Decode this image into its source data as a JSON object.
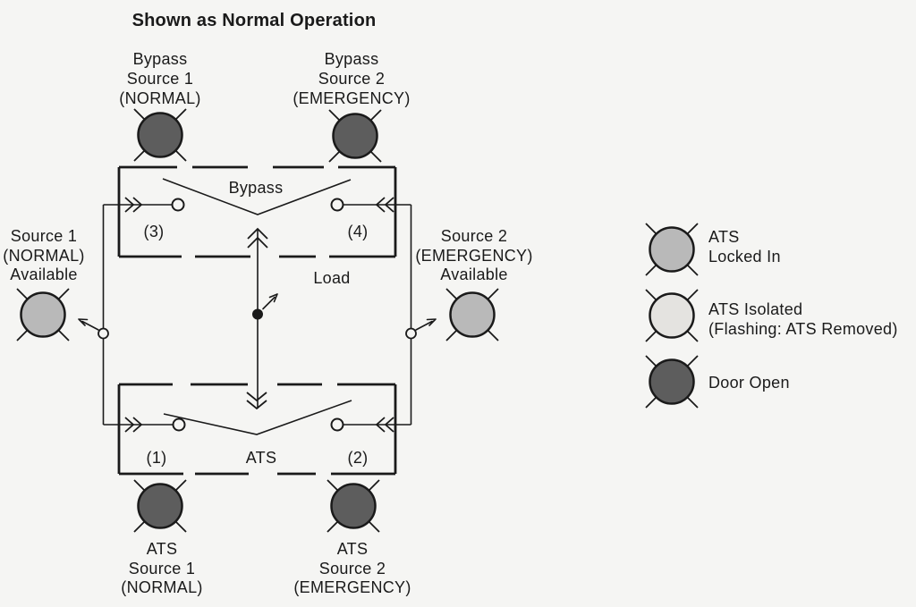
{
  "title": "Shown as Normal Operation",
  "colors": {
    "background": "#f5f5f3",
    "ink": "#1a1a1a",
    "lamp_dark": "#5d5d5d",
    "lamp_medium": "#b9b9b9",
    "lamp_light": "#e4e3e0"
  },
  "lamps": {
    "bypass_source_1": {
      "lines": [
        "Bypass",
        "Source 1",
        "(NORMAL)"
      ],
      "state": "door_open"
    },
    "bypass_source_2": {
      "lines": [
        "Bypass",
        "Source 2",
        "(EMERGENCY)"
      ],
      "state": "door_open"
    },
    "source_1_available": {
      "lines": [
        "Source 1",
        "(NORMAL)",
        "Available"
      ],
      "state": "on"
    },
    "source_2_available": {
      "lines": [
        "Source 2",
        "(EMERGENCY)",
        "Available"
      ],
      "state": "on"
    },
    "ats_source_1": {
      "lines": [
        "ATS",
        "Source 1",
        "(NORMAL)"
      ],
      "state": "door_open"
    },
    "ats_source_2": {
      "lines": [
        "ATS",
        "Source 2",
        "(EMERGENCY)"
      ],
      "state": "door_open"
    }
  },
  "switches": {
    "bypass": {
      "label": "Bypass",
      "pole_left": "(3)",
      "pole_right": "(4)"
    },
    "ats": {
      "label": "ATS",
      "pole_left": "(1)",
      "pole_right": "(2)"
    }
  },
  "load_label": "Load",
  "legend": {
    "locked_in": {
      "lines": [
        "ATS",
        "Locked In"
      ]
    },
    "isolated": {
      "lines": [
        "ATS Isolated",
        "(Flashing: ATS Removed)"
      ]
    },
    "door_open": {
      "lines": [
        "Door Open"
      ]
    }
  }
}
